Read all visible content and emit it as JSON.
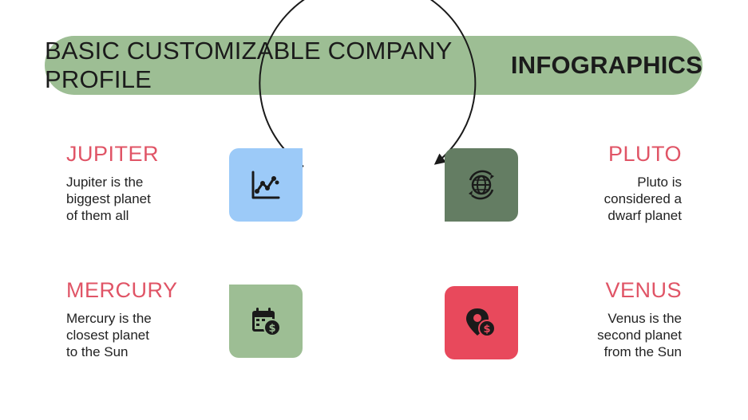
{
  "title": {
    "normal": "BASIC CUSTOMIZABLE COMPANY PROFILE",
    "bold": "INFOGRAPHICS"
  },
  "colors": {
    "title_bg": "#9dbe94",
    "heading": "#e05466",
    "tile_blue": "#9ccaf8",
    "tile_dark_green": "#647d63",
    "tile_sage": "#9dbe94",
    "tile_red": "#e8495c",
    "cycle_line": "#1a1a1a"
  },
  "items": [
    {
      "heading": "JUPITER",
      "desc_lines": [
        "Jupiter is the",
        "biggest planet",
        "of them all"
      ],
      "icon": "line-chart-icon"
    },
    {
      "heading": "PLUTO",
      "desc_lines": [
        "Pluto is",
        "considered a",
        "dwarf planet"
      ],
      "icon": "globe-refresh-icon"
    },
    {
      "heading": "MERCURY",
      "desc_lines": [
        "Mercury is the",
        "closest planet",
        "to the Sun"
      ],
      "icon": "calendar-dollar-icon"
    },
    {
      "heading": "VENUS",
      "desc_lines": [
        "Venus is the",
        "second planet",
        "from the Sun"
      ],
      "icon": "location-dollar-icon"
    }
  ]
}
